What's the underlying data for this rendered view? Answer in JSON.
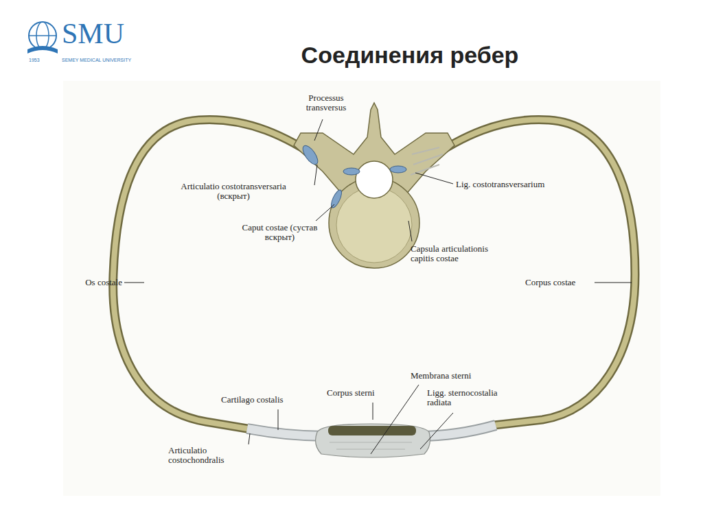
{
  "diagram": {
    "title": "Соединения ребер",
    "labels": [
      "SMU",
      "1953",
      "SEMEY MEDICAL UNIVERSITY",
      "Processus transversus",
      "Articulatio costotransversaria (вскрыт)",
      "Lig. costotransversarium",
      "Caput costae (сустав вскрыт)",
      "Capsula articulationis capitis costae",
      "Os costale",
      "Corpus costae",
      "Membrana sterni",
      "Corpus sterni",
      "Ligg. sternocostalia radiata",
      "Cartilago costalis",
      "Articulatio costochondralis"
    ]
  }
}
